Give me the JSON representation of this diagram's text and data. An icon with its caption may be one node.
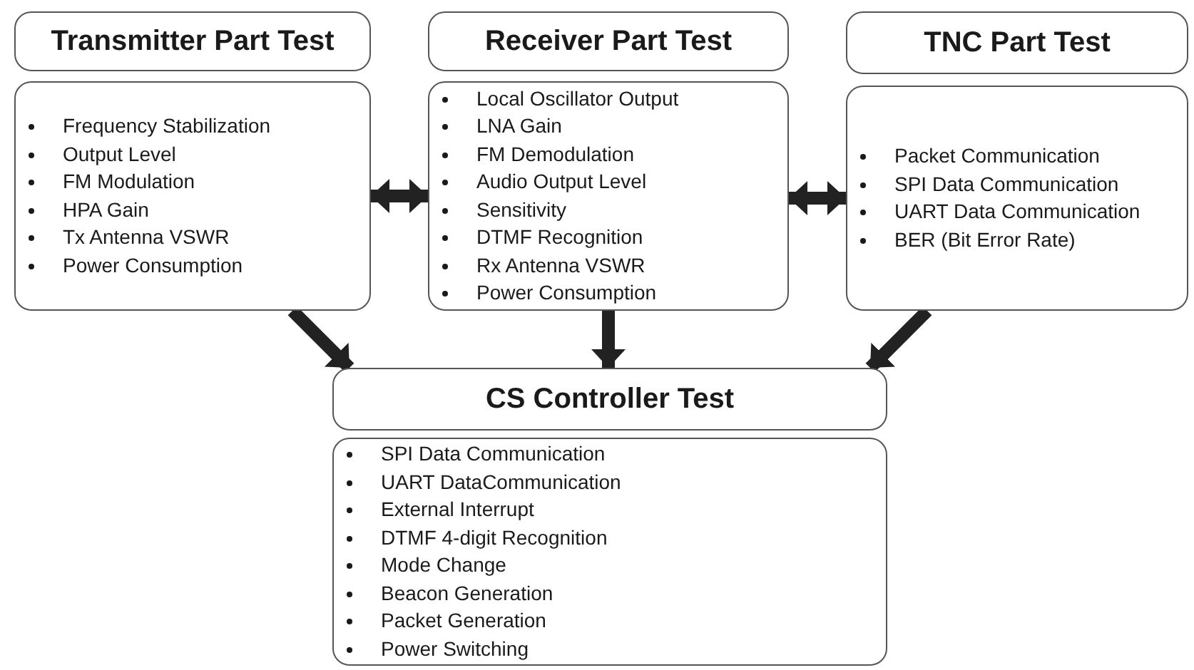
{
  "diagram": {
    "nodes": [
      {
        "text": [
          "Transmitter Part Test"
        ]
      },
      {
        "text": [
          "Receiver Part Test"
        ]
      },
      {
        "text": [
          "TNC Part Test"
        ]
      },
      {
        "text": [
          "Frequency Stabilization",
          "Output Level",
          "FM Modulation",
          "HPA Gain",
          "Tx Antenna VSWR",
          "Power Consumption"
        ]
      },
      {
        "text": [
          "Local Oscillator Output",
          "LNA Gain",
          "FM Demodulation",
          "Audio Output Level",
          "Sensitivity",
          "DTMF Recognition",
          "Rx Antenna VSWR",
          "Power Consumption"
        ]
      },
      {
        "text": [
          "Packet Communication",
          "SPI Data Communication",
          "UART Data Communication",
          "BER (Bit Error Rate)"
        ]
      },
      {
        "text": [
          "CS Controller Test"
        ]
      },
      {
        "text": [
          "SPI Data Communication",
          "UART DataCommunication",
          "External Interrupt",
          "DTMF 4-digit Recognition",
          "Mode Change",
          "Beacon Generation",
          "Packet Generation",
          "Power Switching"
        ]
      }
    ],
    "edges": [
      {
        "from": 3,
        "to": 4,
        "arrow": "both"
      },
      {
        "from": 4,
        "to": 5,
        "arrow": "both"
      },
      {
        "from": 3,
        "to": 6,
        "arrow": "to"
      },
      {
        "from": 4,
        "to": 6,
        "arrow": "to"
      },
      {
        "from": 5,
        "to": 6,
        "arrow": "to"
      }
    ]
  }
}
